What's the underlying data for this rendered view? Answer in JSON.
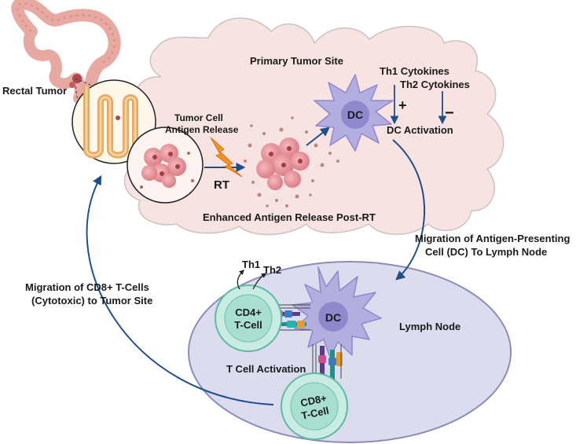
{
  "labels": {
    "rectal_tumor": "Rectal Tumor",
    "primary_tumor_site": "Primary Tumor Site",
    "th1_cytokines": "Th1 Cytokines",
    "th2_cytokines": "Th2 Cytokines",
    "plus": "+",
    "minus": "−",
    "dc_activation": "DC Activation",
    "tumor_release_line1": "Tumor Cell",
    "tumor_release_line2": "Antigen Release",
    "rt": "RT",
    "enhanced_release": "Enhanced Antigen Release Post-RT",
    "migration_apc_line1": "Migration of Antigen-Presenting",
    "migration_apc_line2": "Cell (DC) To Lymph Node",
    "migration_cd8_line1": "Migration of CD8+ T-Cells",
    "migration_cd8_line2": "(Cytotoxic) to Tumor Site",
    "th1": "Th1",
    "th2": "Th2",
    "cd4_line1": "CD4+",
    "cd4_line2": "T-Cell",
    "dc_top": "DC",
    "dc_bottom": "DC",
    "lymph_node": "Lymph Node",
    "t_cell_activation": "T Cell Activation",
    "cd8_line1": "CD8+",
    "cd8_line2": "T-Cell"
  },
  "colors": {
    "tumor_site_fill": "#f7e3e1",
    "tumor_site_stroke": "#c9c3c2",
    "lymph_fill": "#dcdcef",
    "lymph_stroke": "#8d8bb8",
    "dc_body": "#b3aee0",
    "dc_nucleus": "#8f88cc",
    "tcell_fill": "#c9ece2",
    "tcell_stroke": "#5fb9a2",
    "arrow_blue": "#1f4e8c",
    "colon": "#e8a9a3",
    "tumor_cell": "#d9747e",
    "bolt": "#f29325"
  }
}
